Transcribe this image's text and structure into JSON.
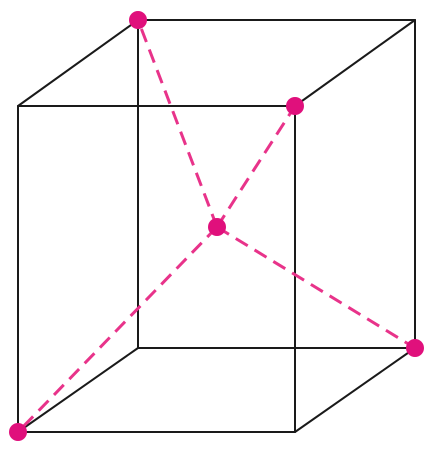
{
  "diagram": {
    "kind": "cube-with-tetrahedral-bonds",
    "colors": {
      "edge": "#1a1a1a",
      "bond": "#e8338a",
      "atom": "#e0107c"
    },
    "edges": [
      [
        "back-top-left",
        "back-top-right"
      ],
      [
        "back-top-right",
        "back-bottom-right"
      ],
      [
        "back-bottom-right",
        "back-bottom-left"
      ],
      [
        "back-bottom-left",
        "back-top-left"
      ],
      [
        "front-top-left",
        "front-top-right"
      ],
      [
        "front-top-right",
        "front-bottom-right"
      ],
      [
        "front-bottom-right",
        "front-bottom-left"
      ],
      [
        "front-bottom-left",
        "front-top-left"
      ],
      [
        "front-top-left",
        "back-top-left"
      ],
      [
        "front-top-right",
        "back-top-right"
      ],
      [
        "front-bottom-right",
        "back-bottom-right"
      ],
      [
        "front-bottom-left",
        "back-bottom-left"
      ]
    ],
    "center_atom": "center",
    "bonded_atoms": [
      "back-top-left",
      "front-top-right",
      "back-bottom-right",
      "front-bottom-left"
    ]
  }
}
